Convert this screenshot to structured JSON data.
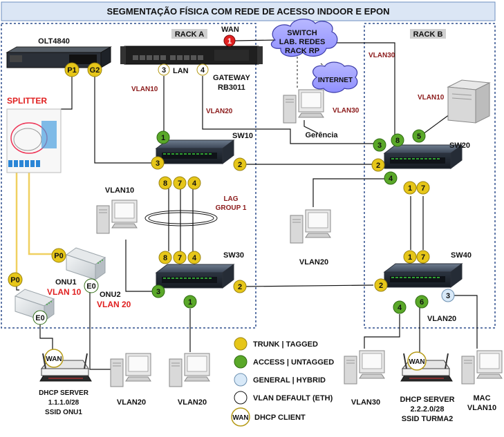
{
  "title": "SEGMENTAÇÃO FÍSICA COM REDE DE ACESSO INDOOR E EPON",
  "racks": {
    "a": "RACK A",
    "b": "RACK B"
  },
  "devices": {
    "olt": "OLT4840",
    "splitter": "SPLITTER",
    "wan_label": "WAN",
    "gateway": [
      "GATEWAY",
      "RB3011"
    ],
    "lan_label": "LAN",
    "switch_cloud": [
      "SWITCH",
      "LAB. REDES",
      "RACK RP"
    ],
    "internet": "INTERNET",
    "gerencia": "Gerência",
    "sw10": "SW10",
    "sw20": "SW20",
    "sw30": "SW30",
    "sw40": "SW40",
    "lag": [
      "LAG",
      "GROUP 1"
    ],
    "onu1": "ONU1",
    "onu1_vlan": "VLAN 10",
    "onu2": "ONU2",
    "onu2_vlan": "VLAN 20",
    "dhcp1": [
      "DHCP SERVER",
      "1.1.1.0/28",
      "SSID ONU1"
    ],
    "dhcp2": [
      "DHCP SERVER",
      "2.2.2.0/28",
      "SSID TURMA2"
    ],
    "mac": [
      "MAC",
      "VLAN10"
    ]
  },
  "vlan_labels": {
    "v10_gw": "VLAN10",
    "v20_gw": "VLAN20",
    "v30_cloud": "VLAN30",
    "v30_ger": "VLAN30",
    "v10_server": "VLAN10",
    "pc_sw10_left": "VLAN10",
    "pc_sw20_mid": "VLAN20",
    "sw40_vlan20": "VLAN20",
    "pc_onu2": "VLAN20",
    "pc_sw30": "VLAN20",
    "pc_sw40": "VLAN30"
  },
  "ports": {
    "olt_p1": "P1",
    "olt_g2": "G2",
    "wan": "1",
    "lan": "3",
    "gw4": "4",
    "sw10_1": "1",
    "sw10_3": "3",
    "sw10_2": "2",
    "sw10_8": "8",
    "sw10_7": "7",
    "sw10_4": "4",
    "sw30_8": "8",
    "sw30_7": "7",
    "sw30_4": "4",
    "sw30_3": "3",
    "sw30_2": "2",
    "sw30_1": "1",
    "sw20_3": "3",
    "sw20_8": "8",
    "sw20_5": "5",
    "sw20_2": "2",
    "sw20_4": "4",
    "sw20_1": "1",
    "sw20_7": "7",
    "sw40_1": "1",
    "sw40_7": "7",
    "sw40_2": "2",
    "sw40_4": "4",
    "sw40_6": "6",
    "sw40_3": "3",
    "onu1_p0": "P0",
    "onu1_e0": "E0",
    "onu2_p0": "P0",
    "onu2_e0": "E0",
    "wan_client": "WAN"
  },
  "legend": [
    {
      "label": "TRUNK | TAGGED",
      "color": "#e6c619"
    },
    {
      "label": "ACCESS | UNTAGGED",
      "color": "#5aa829"
    },
    {
      "label": "GENERAL | HYBRID",
      "color": "#d8e9f8"
    },
    {
      "label": "VLAN DEFAULT (ETH)",
      "color": "#ffffff"
    },
    {
      "label": "DHCP CLIENT",
      "color": "#ffffff",
      "badge": "WAN"
    }
  ]
}
